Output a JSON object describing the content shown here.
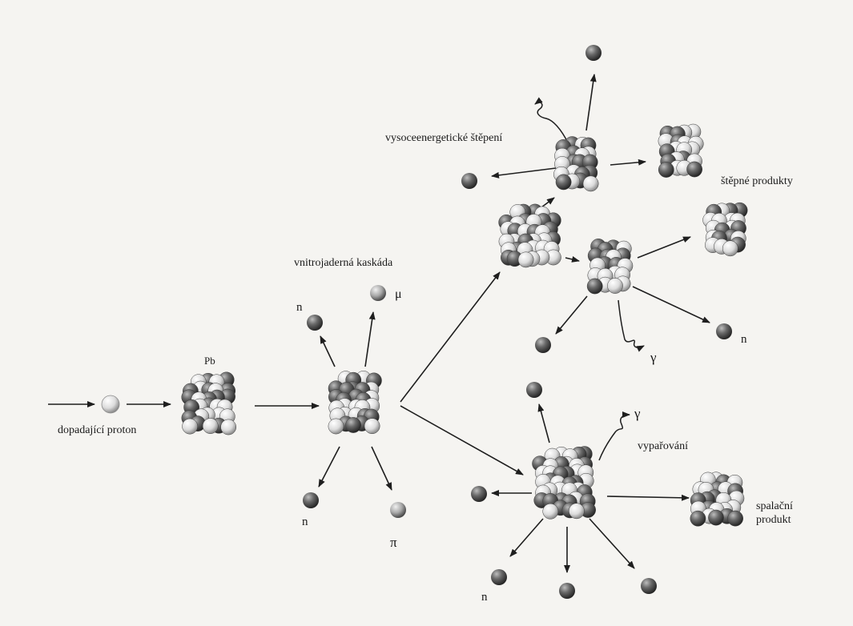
{
  "colors": {
    "paper": "#f5f4f1",
    "ink": "#1e1e1e",
    "sphere_dark": "#4d4d4d",
    "sphere_light": "#d9d9d9"
  },
  "labels": {
    "incident_proton": "dopadající proton",
    "target": "Pb",
    "intranuclear_cascade": "vnitrojaderná kaskáda",
    "high_energy_fission": "vysoceenergetické štěpení",
    "fission_products": "štěpné produkty",
    "evaporation": "vypařování",
    "spallation_product_line1": "spalační",
    "spallation_product_line2": "produkt",
    "neutron": "n",
    "muon": "μ",
    "pion": "π",
    "gamma": "γ"
  }
}
